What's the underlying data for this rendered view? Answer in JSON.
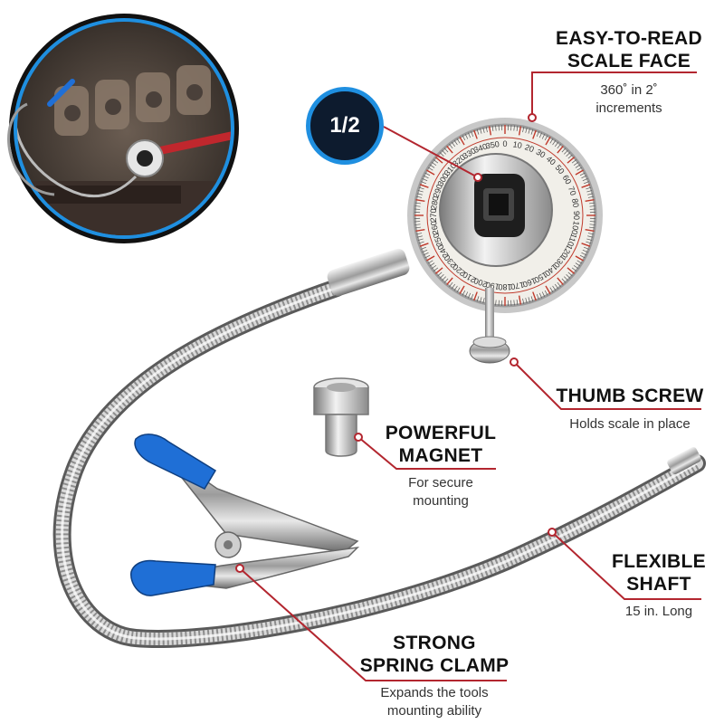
{
  "drive_badge": "1/2",
  "callouts": {
    "scale_face": {
      "title_line1": "EASY-TO-READ",
      "title_line2": "SCALE FACE",
      "desc_line1": "360˚ in 2˚",
      "desc_line2": "increments"
    },
    "thumb_screw": {
      "title": "THUMB SCREW",
      "desc": "Holds scale in place"
    },
    "magnet": {
      "title_line1": "POWERFUL",
      "title_line2": "MAGNET",
      "desc_line1": "For secure",
      "desc_line2": "mounting"
    },
    "flexible_shaft": {
      "title_line1": "FLEXIBLE",
      "title_line2": "SHAFT",
      "desc": "15 in. Long"
    },
    "spring_clamp": {
      "title_line1": "STRONG",
      "title_line2": "SPRING CLAMP",
      "desc_line1": "Expands the tools",
      "desc_line2": "mounting ability"
    }
  },
  "dial_scale_labels": [
    "0",
    "10",
    "20",
    "30",
    "40",
    "50",
    "60",
    "70",
    "80",
    "90",
    "100",
    "110",
    "120",
    "130",
    "140",
    "150",
    "160",
    "170",
    "180",
    "190",
    "200",
    "210",
    "220",
    "230",
    "240",
    "250",
    "260",
    "270",
    "280",
    "290",
    "300",
    "310",
    "320",
    "330",
    "340",
    "350"
  ],
  "colors": {
    "accent_red": "#b3262f",
    "badge_blue": "#1f8fe0",
    "badge_navy": "#0d1b2e",
    "clamp_blue": "#1f6fd6",
    "scale_red": "#c0392b"
  },
  "icons": {
    "inset_photo": "engine-inset-icon",
    "gauge": "angle-gauge-icon",
    "magnet": "magnet-icon",
    "clamp": "spring-clamp-icon",
    "shaft": "flexible-shaft-icon"
  }
}
